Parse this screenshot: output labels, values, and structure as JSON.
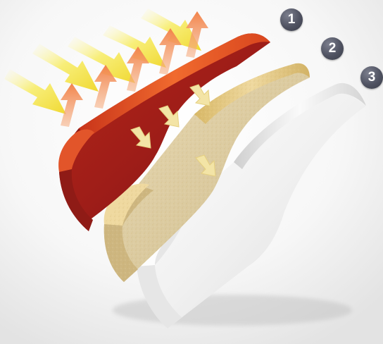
{
  "layers": [
    {
      "number": "1",
      "color": "#d6461c"
    },
    {
      "number": "2",
      "color": "#ddc9a0"
    },
    {
      "number": "3",
      "color": "#f2f2f2"
    }
  ],
  "colors": {
    "background": "#ffffff",
    "incoming_rays": "#f3e64a",
    "reflected_rays": "#f2935e",
    "transmitted_arrows": "#efdc9a",
    "badge": "#4f5261"
  }
}
